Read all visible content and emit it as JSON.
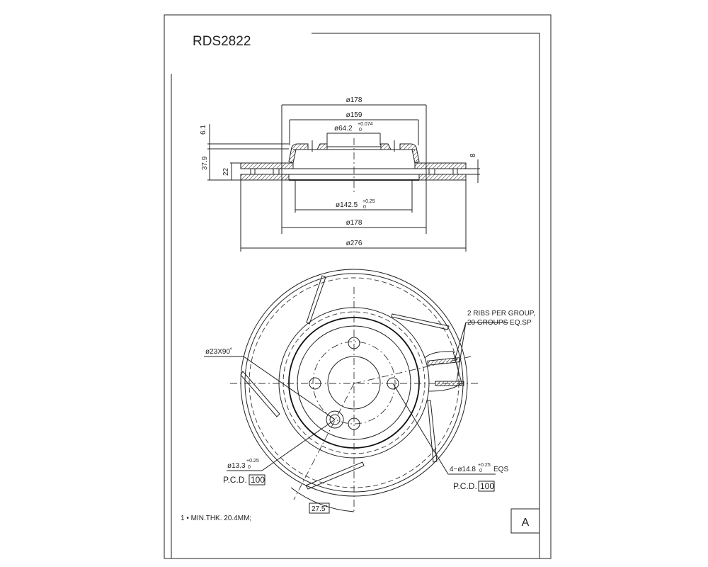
{
  "title": "RDS2822",
  "section_view": {
    "dims": {
      "d178_top": "ø178",
      "d159": "ø159",
      "d64": "ø64.2",
      "d64_tol_upper": "+0.074",
      "d64_tol_lower": "0",
      "h61": "6.1",
      "h379": "37.9",
      "h22": "22",
      "h8": "8",
      "d1425": "ø142.5",
      "d1425_tol_upper": "+0.25",
      "d1425_tol_lower": "0",
      "d178_bottom": "ø178",
      "d276": "ø276"
    }
  },
  "face_view": {
    "ribs_note_line1": "2 RIBS PER GROUP,",
    "ribs_note_line2": "20 GROUPS EQ.SP",
    "chamfer": "ø23X90˚",
    "left_hole": "ø13.3",
    "left_hole_tol_upper": "+0.25",
    "left_hole_tol_lower": "0",
    "left_pcd_label": "P.C.D.",
    "left_pcd_value": "100",
    "right_hole": "4−ø14.8",
    "right_hole_tol_upper": "+0.25",
    "right_hole_tol_lower": "0",
    "right_hole_suffix": "EQS",
    "right_pcd_label": "P.C.D.",
    "right_pcd_value": "100",
    "angle": "27.5˚"
  },
  "note": "1 • MIN.THK. 20.4MM;",
  "revision": "A"
}
